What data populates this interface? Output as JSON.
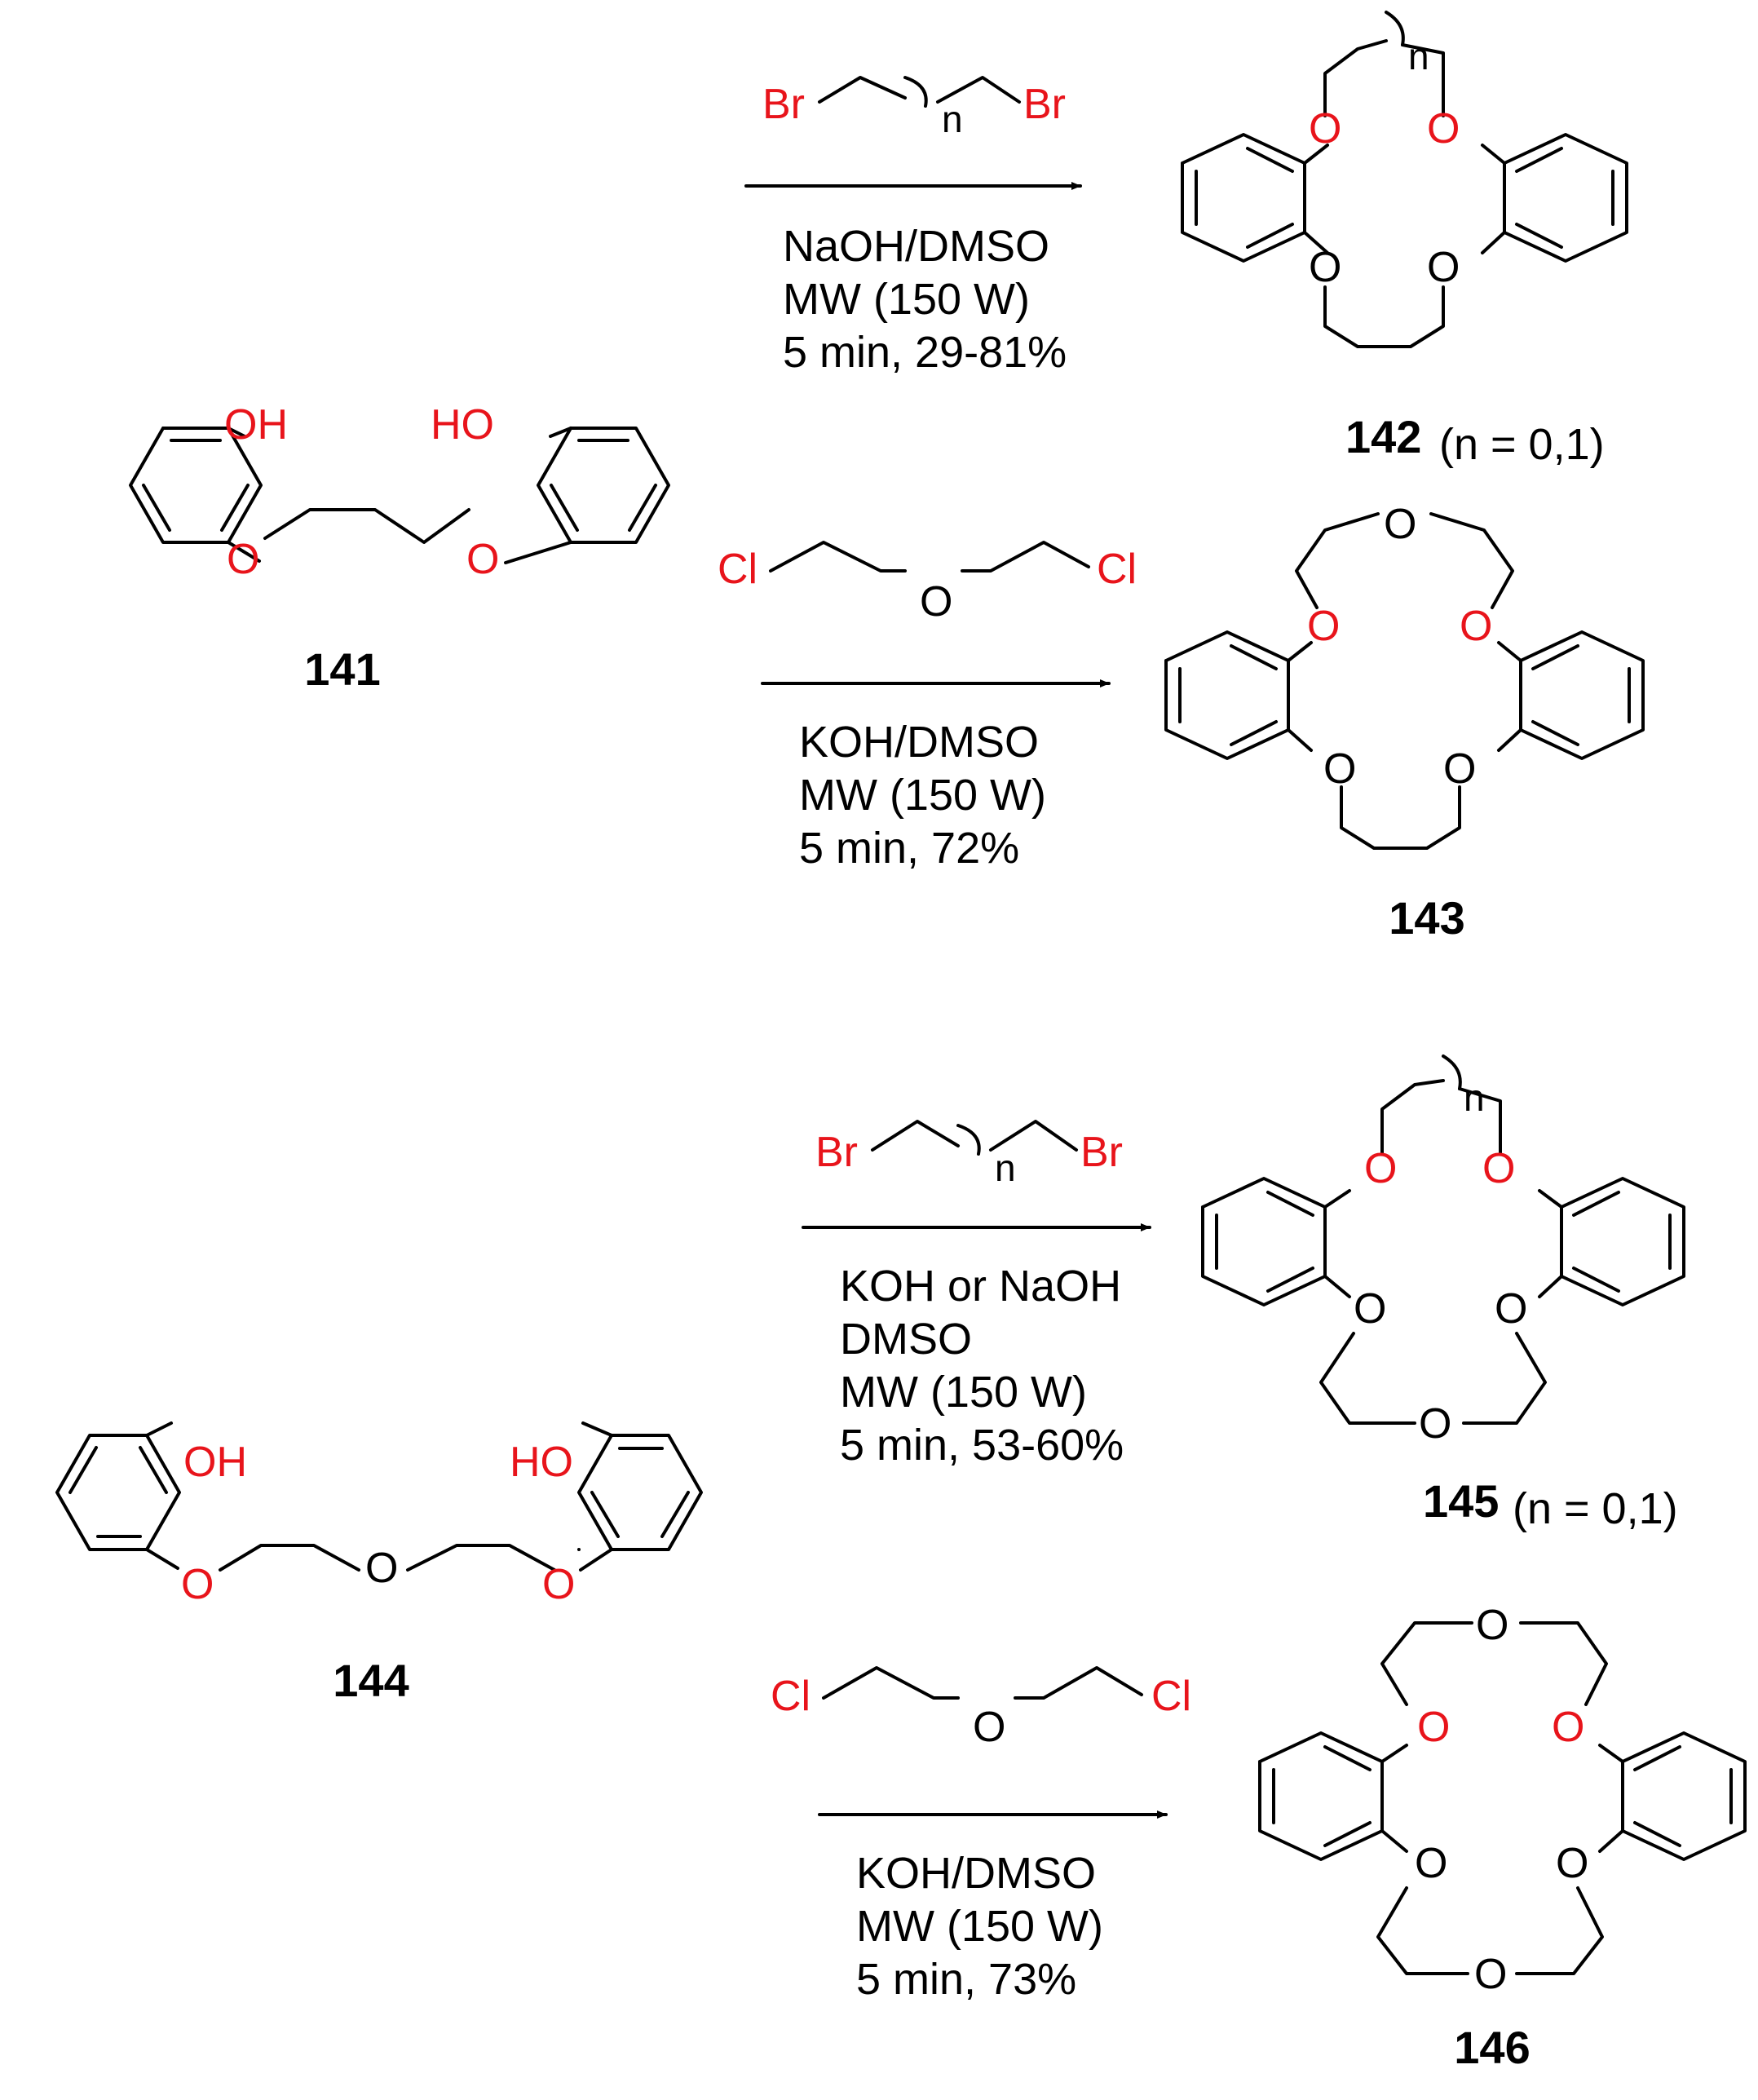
{
  "atoms": {
    "oxygen": "O",
    "hydroxyl_right": "OH",
    "hydroxyl_left": "HO",
    "bromine": "Br",
    "chlorine": "Cl",
    "n": "n"
  },
  "compounds": {
    "c141": {
      "id": "141"
    },
    "c142": {
      "id": "142",
      "note": "(n = 0,1)"
    },
    "c143": {
      "id": "143"
    },
    "c144": {
      "id": "144"
    },
    "c145": {
      "id": "145",
      "note": "(n = 0,1)"
    },
    "c146": {
      "id": "146"
    }
  },
  "reactions": {
    "r1": {
      "lines": [
        "NaOH/DMSO",
        "MW (150 W)",
        "5 min, 29-81%"
      ]
    },
    "r2": {
      "lines": [
        "KOH/DMSO",
        "MW (150 W)",
        "5 min, 72%"
      ]
    },
    "r3": {
      "lines": [
        "KOH or NaOH",
        "DMSO",
        "MW (150 W)",
        "5 min, 53-60%"
      ]
    },
    "r4": {
      "lines": [
        "KOH/DMSO",
        "MW (150 W)",
        "5 min, 73%"
      ]
    }
  },
  "colors": {
    "heteroatom": "#e8141b",
    "bond": "#000000"
  }
}
